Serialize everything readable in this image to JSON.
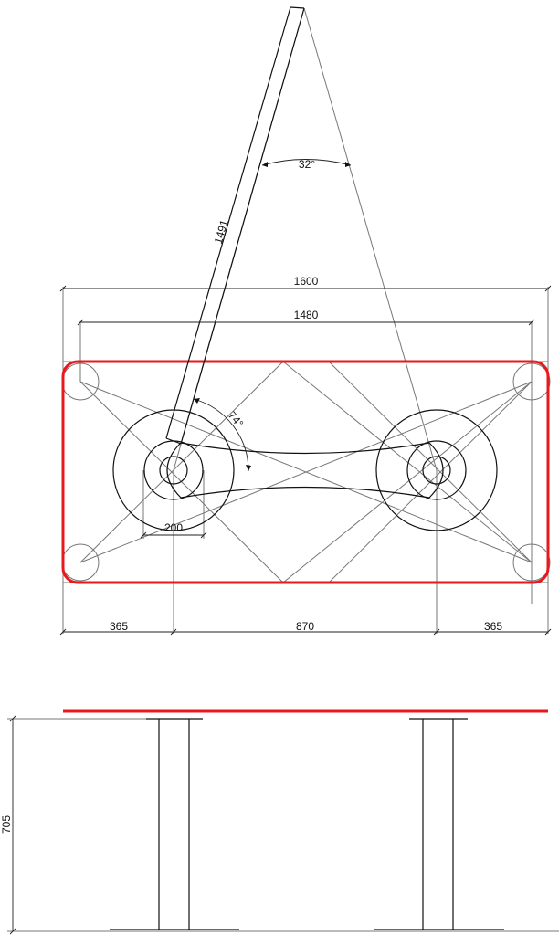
{
  "dimensions": {
    "rod_length": "1491",
    "apex_angle": "32°",
    "arm_angle": "74°",
    "overall_width": "1600",
    "inner_width": "1480",
    "hub_diameter": "200",
    "left_offset": "365",
    "center_span": "870",
    "right_offset": "365",
    "height": "705"
  },
  "colors": {
    "line": "#111111",
    "construction": "#777777",
    "highlight": "#e8191c",
    "background": "#ffffff"
  }
}
